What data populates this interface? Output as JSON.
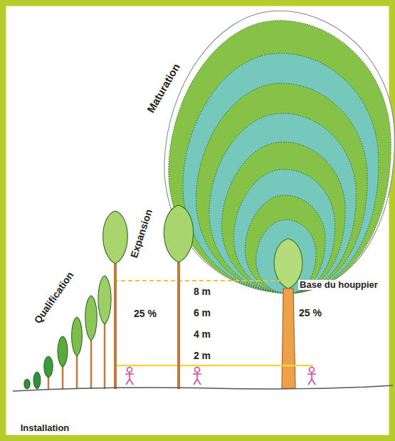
{
  "diagram": {
    "labels": [
      "Maturation",
      "Expansion",
      "Qualification",
      "8 m",
      "6 m",
      "4 m",
      "2 m",
      "25 %",
      "Base du houppier",
      "25 %",
      "Installation"
    ]
  }
}
